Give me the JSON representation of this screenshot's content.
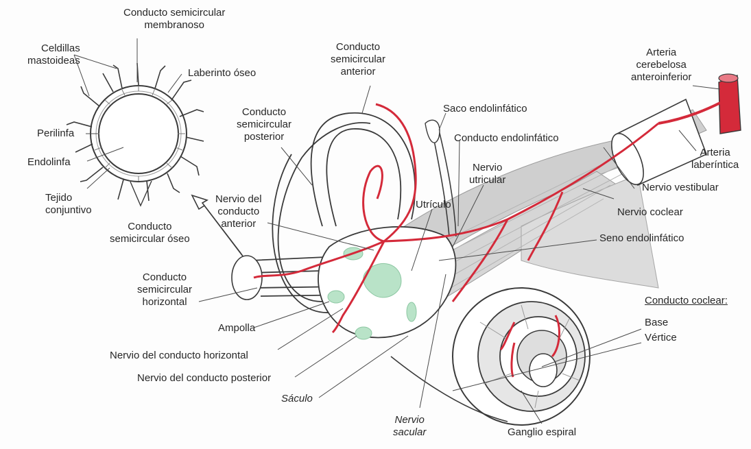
{
  "labels": {
    "conducto_semicircular_membranoso": "Conducto semicircular\nmembranoso",
    "celdillas_mastoideas": "Celdillas\nmastoideas",
    "laberinto_oseo": "Laberinto óseo",
    "perilinfa": "Perilinfa",
    "endolinfa": "Endolinfa",
    "tejido_conjuntivo": "Tejido\nconjuntivo",
    "conducto_semicircular_oseo": "Conducto\nsemicircular óseo",
    "conducto_semicircular_anterior": "Conducto\nsemicircular\nanterior",
    "conducto_semicircular_posterior": "Conducto\nsemicircular\nposterior",
    "saco_endolinfatico": "Saco endolinfático",
    "conducto_endolinfatico": "Conducto endolinfático",
    "arteria_cerebelosa": "Arteria\ncerebelosa\nanteroinferior",
    "arteria_laberintica": "Arteria\nlaberíntica",
    "nervio_utricular": "Nervio\nutricular",
    "nervio_vestibular": "Nervio vestibular",
    "nervio_coclear": "Nervio coclear",
    "seno_endolinfatico": "Seno endolinfático",
    "utriculo": "Utrículo",
    "nervio_conducto_anterior": "Nervio del\nconducto\nanterior",
    "conducto_semicircular_horizontal": "Conducto\nsemicircular\nhorizontal",
    "ampolla": "Ampolla",
    "nervio_conducto_horizontal": "Nervio del conducto horizontal",
    "nervio_conducto_posterior": "Nervio del conducto posterior",
    "saculo": "Sáculo",
    "nervio_sacular": "Nervio\nsacular",
    "ganglio_espiral": "Ganglio espiral",
    "conducto_coclear": "Conducto coclear:",
    "base": "Base",
    "vertice": "Vértice"
  },
  "colors": {
    "artery": "#d42a3a",
    "macula": "#b9e3c8",
    "nerve": "#c9c9c9",
    "outline": "#3a3a3a"
  }
}
